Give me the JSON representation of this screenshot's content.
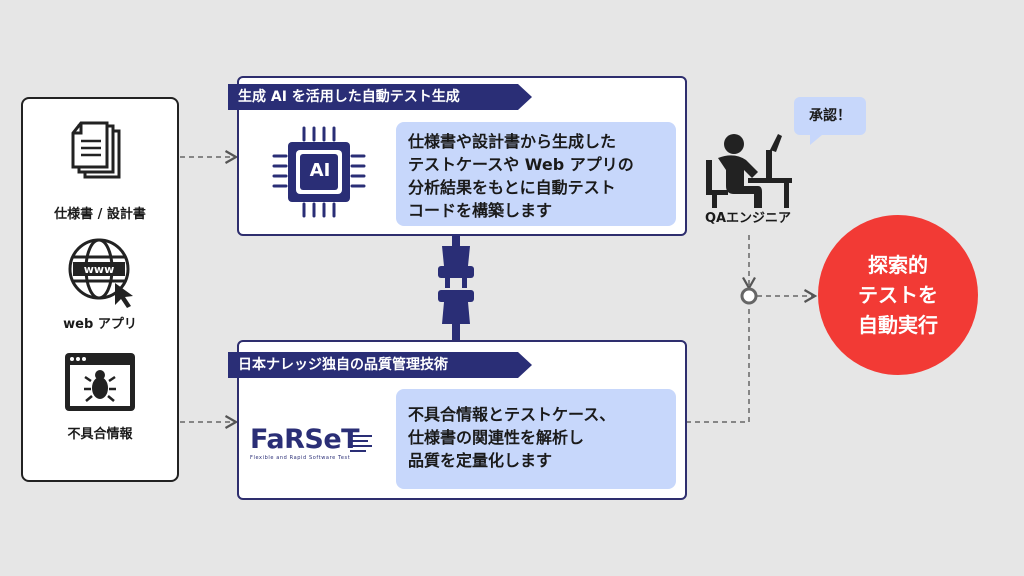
{
  "inputs": [
    {
      "label": "仕様書 / 設計書",
      "icon": "documents-icon"
    },
    {
      "label": "web アプリ",
      "icon": "www-globe-icon"
    },
    {
      "label": "不具合情報",
      "icon": "bug-window-icon"
    }
  ],
  "ai_box": {
    "title": "生成 AI を活用した自動テスト生成",
    "chip_label": "AI",
    "desc_lines": [
      "仕様書や設計書から生成した",
      "テストケースや Web アプリの",
      "分析結果をもとに自動テスト",
      "コードを構築します"
    ]
  },
  "farset_box": {
    "title": "日本ナレッジ独自の品質管理技術",
    "logo_text": "FaRSeT",
    "logo_sub": "Flexible and Rapid Software Test",
    "desc_lines": [
      "不具合情報とテストケース、",
      "仕様書の関連性を解析し",
      "品質を定量化します"
    ]
  },
  "engineer": {
    "label": "QAエンジニア",
    "bubble": "承認！"
  },
  "result": {
    "lines": [
      "探索的",
      "テストを",
      "自動実行"
    ]
  },
  "colors": {
    "navy": "#2a2e76",
    "light_blue": "#c7d7fb",
    "red": "#f23a35",
    "background": "#e6e6e6"
  }
}
